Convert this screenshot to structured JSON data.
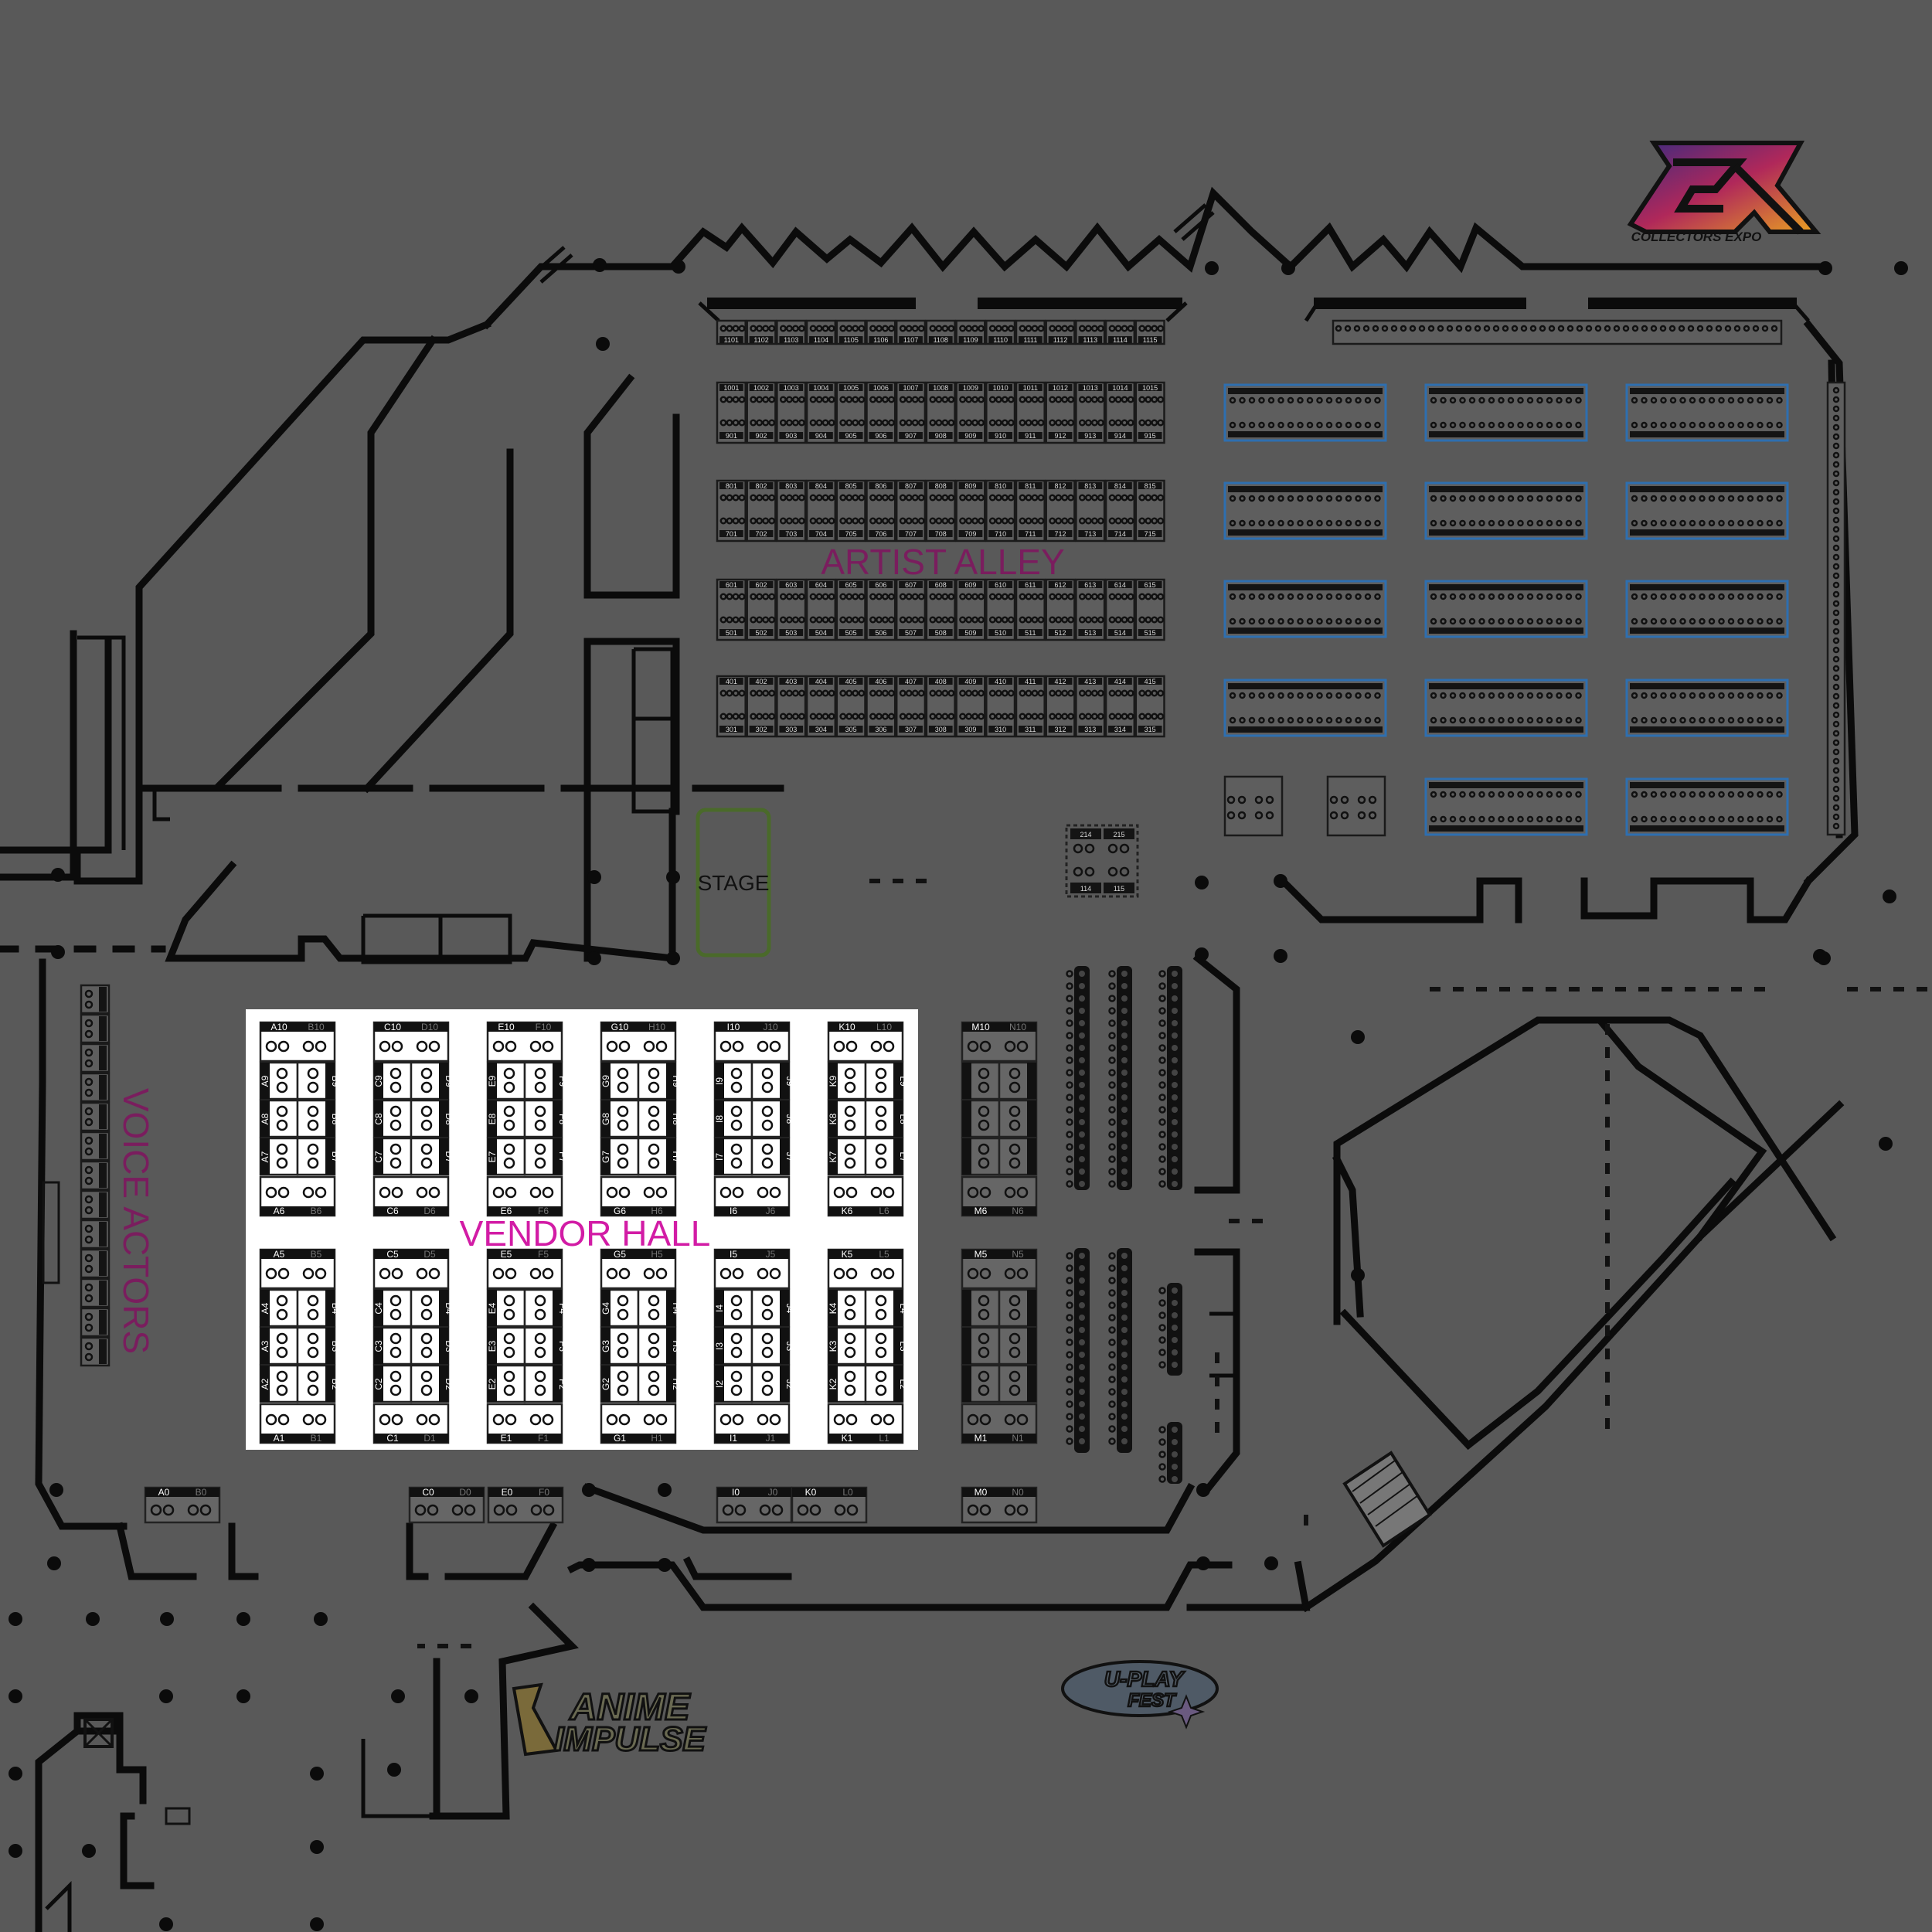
{
  "map": {
    "zones": {
      "artist_alley": "ARTIST ALLEY",
      "vendor_hall": "VENDOR HALL",
      "voice_actors": "VOICE ACTORS",
      "stage": "STAGE"
    },
    "colors": {
      "background": "#595959",
      "walls": "#0b0b0b",
      "zone_label": "#7a1d5e",
      "vendor_label": "#d21ca5",
      "stage_outline": "#4a6a2a",
      "vendor_hall_fill": "#ffffff",
      "blue_table_outline": "#2e6fb0"
    },
    "logos": {
      "collectors_expo": "COLLECTORS EXPO",
      "anime_impulse_line1": "ANIME",
      "anime_impulse_line2": "IMPULSE",
      "ufest_line1": "U-PLAY",
      "ufest_line2": "FEST"
    },
    "artist_alley_rows": [
      {
        "top": [
          "1101",
          "1102",
          "1103",
          "1104",
          "1105",
          "1106",
          "1107",
          "1108",
          "1109",
          "1110",
          "1111",
          "1112",
          "1113",
          "1114",
          "1115"
        ]
      },
      {
        "top": [
          "1001",
          "1002",
          "1003",
          "1004",
          "1005",
          "1006",
          "1007",
          "1008",
          "1009",
          "1010",
          "1011",
          "1012",
          "1013",
          "1014",
          "1015"
        ],
        "bottom": [
          "901",
          "902",
          "903",
          "904",
          "905",
          "906",
          "907",
          "908",
          "909",
          "910",
          "911",
          "912",
          "913",
          "914",
          "915"
        ]
      },
      {
        "top": [
          "801",
          "802",
          "803",
          "804",
          "805",
          "806",
          "807",
          "808",
          "809",
          "810",
          "811",
          "812",
          "813",
          "814",
          "815"
        ],
        "bottom": [
          "701",
          "702",
          "703",
          "704",
          "705",
          "706",
          "707",
          "708",
          "709",
          "710",
          "711",
          "712",
          "713",
          "714",
          "715"
        ]
      },
      {
        "top": [
          "601",
          "602",
          "603",
          "604",
          "605",
          "606",
          "607",
          "608",
          "609",
          "610",
          "611",
          "612",
          "613",
          "614",
          "615"
        ],
        "bottom": [
          "501",
          "502",
          "503",
          "504",
          "505",
          "506",
          "507",
          "508",
          "509",
          "510",
          "511",
          "512",
          "513",
          "514",
          "515"
        ]
      },
      {
        "top": [
          "401",
          "402",
          "403",
          "404",
          "405",
          "406",
          "407",
          "408",
          "409",
          "410",
          "411",
          "412",
          "413",
          "414",
          "415"
        ],
        "bottom": [
          "301",
          "302",
          "303",
          "304",
          "305",
          "306",
          "307",
          "308",
          "309",
          "310",
          "311",
          "312",
          "313",
          "314",
          "315"
        ]
      }
    ],
    "vendor_blocks_top": [
      {
        "top_left": "A10",
        "top_right": "B10",
        "left": [
          "A9",
          "A8",
          "A7"
        ],
        "right": [
          "B9",
          "B8",
          "B7"
        ],
        "bottom_left": "A6",
        "bottom_right": "B6"
      },
      {
        "top_left": "C10",
        "top_right": "D10",
        "left": [
          "C9",
          "C8",
          "C7"
        ],
        "right": [
          "D9",
          "D8",
          "D7"
        ],
        "bottom_left": "C6",
        "bottom_right": "D6"
      },
      {
        "top_left": "E10",
        "top_right": "F10",
        "left": [
          "E9",
          "E8",
          "E7"
        ],
        "right": [
          "F9",
          "F8",
          "F7"
        ],
        "bottom_left": "E6",
        "bottom_right": "F6"
      },
      {
        "top_left": "G10",
        "top_right": "H10",
        "left": [
          "G9",
          "G8",
          "G7"
        ],
        "right": [
          "H9",
          "H8",
          "H7"
        ],
        "bottom_left": "G6",
        "bottom_right": "H6"
      },
      {
        "top_left": "I10",
        "top_right": "J10",
        "left": [
          "I9",
          "I8",
          "I7"
        ],
        "right": [
          "J9",
          "J8",
          "J7"
        ],
        "bottom_left": "I6",
        "bottom_right": "J6"
      },
      {
        "top_left": "K10",
        "top_right": "L10",
        "left": [
          "K9",
          "K8",
          "K7"
        ],
        "right": [
          "L9",
          "L8",
          "L7"
        ],
        "bottom_left": "K6",
        "bottom_right": "L6"
      }
    ],
    "vendor_blocks_bottom": [
      {
        "top_left": "A5",
        "top_right": "B5",
        "left": [
          "A4",
          "A3",
          "A2"
        ],
        "right": [
          "B4",
          "B3",
          "B2"
        ],
        "bottom_left": "A1",
        "bottom_right": "B1"
      },
      {
        "top_left": "C5",
        "top_right": "D5",
        "left": [
          "C4",
          "C3",
          "C2"
        ],
        "right": [
          "D4",
          "D3",
          "D2"
        ],
        "bottom_left": "C1",
        "bottom_right": "D1"
      },
      {
        "top_left": "E5",
        "top_right": "F5",
        "left": [
          "E4",
          "E3",
          "E2"
        ],
        "right": [
          "F4",
          "F3",
          "F2"
        ],
        "bottom_left": "E1",
        "bottom_right": "F1"
      },
      {
        "top_left": "G5",
        "top_right": "H5",
        "left": [
          "G4",
          "G3",
          "G2"
        ],
        "right": [
          "H4",
          "H3",
          "H2"
        ],
        "bottom_left": "G1",
        "bottom_right": "H1"
      },
      {
        "top_left": "I5",
        "top_right": "J5",
        "left": [
          "I4",
          "I3",
          "I2"
        ],
        "right": [
          "J4",
          "J3",
          "J2"
        ],
        "bottom_left": "I1",
        "bottom_right": "J1"
      },
      {
        "top_left": "K5",
        "top_right": "L5",
        "left": [
          "K4",
          "K3",
          "K2"
        ],
        "right": [
          "L4",
          "L3",
          "L2"
        ],
        "bottom_left": "K1",
        "bottom_right": "L1"
      }
    ],
    "m_block_top": {
      "top_left": "M10",
      "top_right": "N10",
      "bottom_left": "M6",
      "bottom_right": "N6"
    },
    "m_block_bottom": {
      "top_left": "M5",
      "top_right": "N5",
      "bottom_left": "M1",
      "bottom_right": "N1"
    },
    "bottom_booths": [
      {
        "a": "A0",
        "b": "B0"
      },
      {
        "a": "C0",
        "b": "D0"
      },
      {
        "a": "E0",
        "b": "F0"
      },
      {
        "a": "I0",
        "b": "J0"
      },
      {
        "a": "K0",
        "b": "L0"
      },
      {
        "a": "M0",
        "b": "N0"
      }
    ],
    "small_booths": {
      "stage_side_top": [
        "214",
        "215"
      ],
      "stage_side_bottom": [
        "114",
        "115"
      ]
    }
  }
}
